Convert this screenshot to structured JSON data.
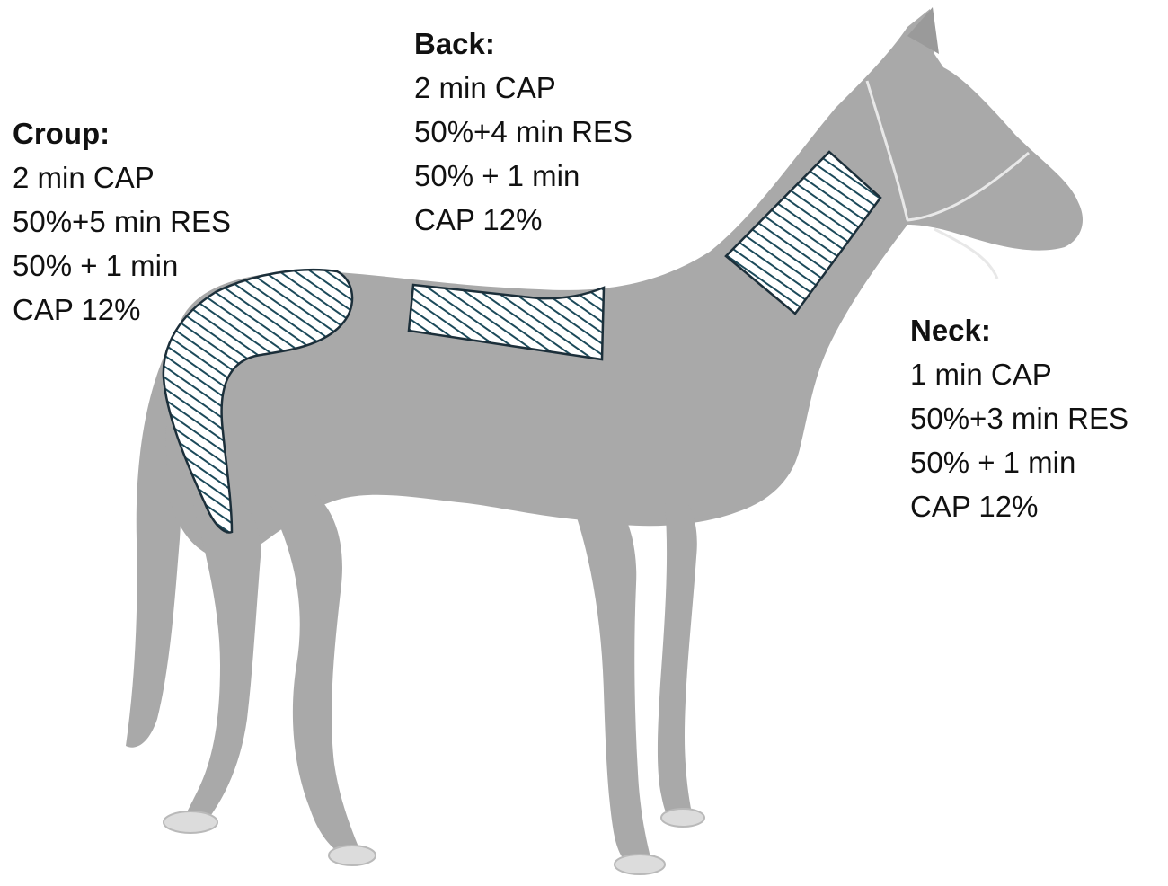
{
  "regions": {
    "croup": {
      "title": "Croup:",
      "lines": [
        "2 min CAP",
        "50%+5 min RES",
        "50% + 1 min",
        "CAP 12%"
      ]
    },
    "back": {
      "title": "Back:",
      "lines": [
        "2 min CAP",
        "50%+4 min RES",
        "50% + 1 min",
        "CAP 12%"
      ]
    },
    "neck": {
      "title": "Neck:",
      "lines": [
        "1 min CAP",
        "50%+3 min RES",
        "50% + 1 min",
        "CAP 12%"
      ]
    }
  },
  "colors": {
    "horse": "#a9a9a9",
    "horse_dark": "#8c8c8c",
    "hatch_stroke": "#1c4a5a",
    "hatch_fill": "#ffffff",
    "hoof": "#dcdcdc"
  }
}
